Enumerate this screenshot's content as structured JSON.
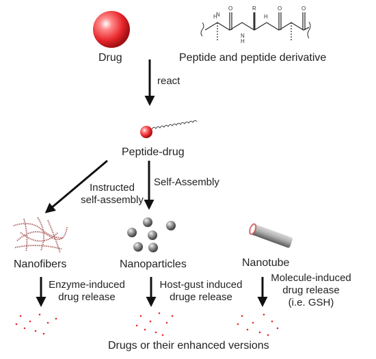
{
  "nodes": {
    "drug": "Drug",
    "peptide": "Peptide and peptide derivative",
    "peptide_drug": "Peptide-drug",
    "nanofibers": "Nanofibers",
    "nanoparticles": "Nanoparticles",
    "nanotube": "Nanotube",
    "result": "Drugs or their enhanced versions"
  },
  "edges": {
    "react": "react",
    "instructed": "Instructed\nself-assembly",
    "self_assembly": "Self-Assembly",
    "enzyme": "Enzyme-induced\ndrug release",
    "host_guest": "Host-gust induced\ndruge release",
    "molecule": "Molecule-induced\ndrug release\n(i.e. GSH)"
  },
  "structure_labels": {
    "n1": "N",
    "n2": "N",
    "h1": "H",
    "h2": "H",
    "h3": "H",
    "o1": "O",
    "o2": "O",
    "o3": "O",
    "r": "R"
  },
  "colors": {
    "drug_red": "#e8262b",
    "arrow": "#111111",
    "nanoparticle": "#8a8a8a",
    "nanotube": "#9a9a9a",
    "fiber": "#b06a6a"
  }
}
